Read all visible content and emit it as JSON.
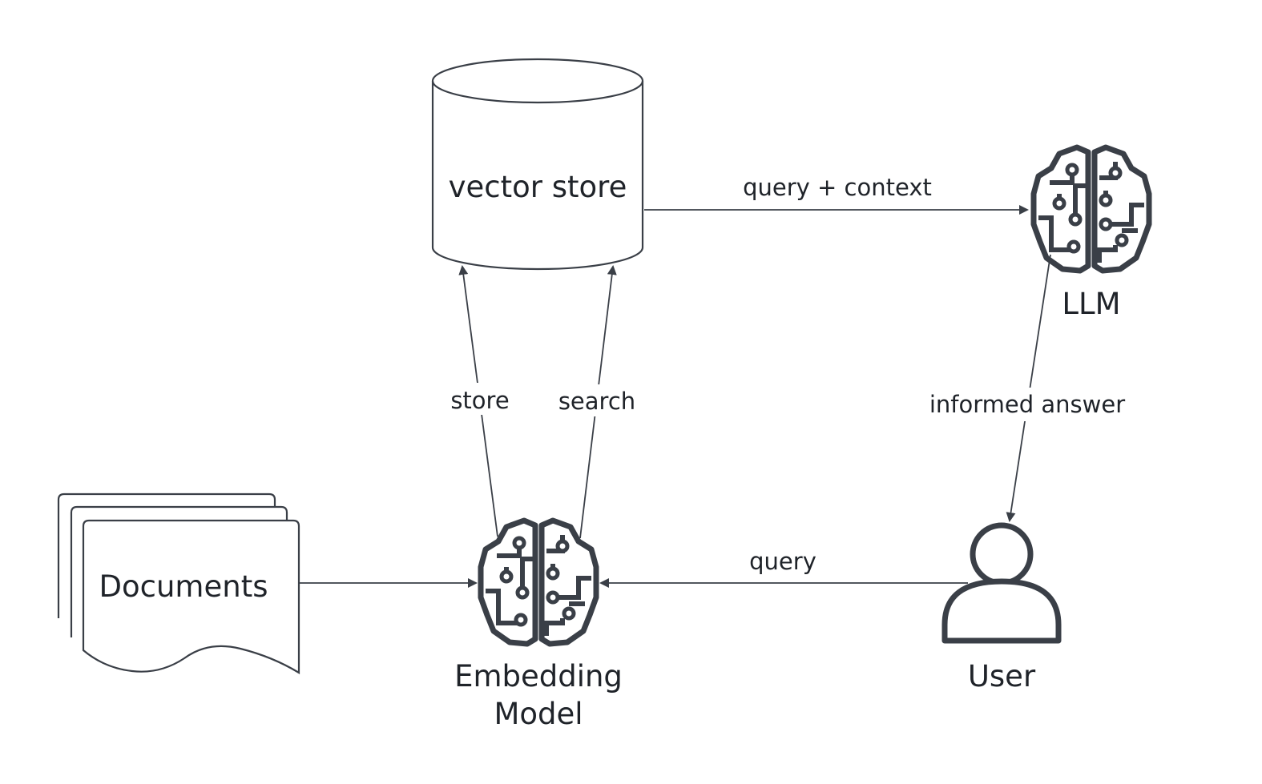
{
  "diagram": {
    "nodes": {
      "vector_store": {
        "label": "vector store",
        "icon": "database-cylinder-icon"
      },
      "llm": {
        "label": "LLM",
        "icon": "ai-brain-circuit-icon"
      },
      "documents": {
        "label": "Documents",
        "icon": "stacked-documents-icon"
      },
      "embedding_model": {
        "label_line1": "Embedding",
        "label_line2": "Model",
        "icon": "ai-brain-circuit-icon"
      },
      "user": {
        "label": "User",
        "icon": "user-person-icon"
      }
    },
    "edges": {
      "store": "store",
      "search": "search",
      "query_context": "query + context",
      "informed_answer": "informed answer",
      "query": "query"
    },
    "colors": {
      "stroke": "#3a3f47",
      "text": "#1f2329",
      "background": "#ffffff"
    }
  }
}
